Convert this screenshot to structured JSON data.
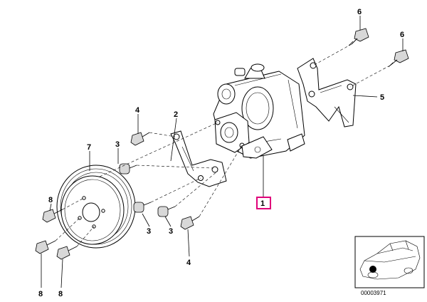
{
  "callouts": [
    {
      "id": "1",
      "label": "1",
      "highlighted": true
    },
    {
      "id": "2",
      "label": "2"
    },
    {
      "id": "3a",
      "label": "3"
    },
    {
      "id": "3b",
      "label": "3"
    },
    {
      "id": "3c",
      "label": "3"
    },
    {
      "id": "4a",
      "label": "4"
    },
    {
      "id": "4b",
      "label": "4"
    },
    {
      "id": "5",
      "label": "5"
    },
    {
      "id": "6a",
      "label": "6"
    },
    {
      "id": "6b",
      "label": "6"
    },
    {
      "id": "7",
      "label": "7"
    },
    {
      "id": "8a",
      "label": "8"
    },
    {
      "id": "8b",
      "label": "8"
    },
    {
      "id": "8c",
      "label": "8"
    }
  ],
  "inset": {
    "code": "00003971"
  },
  "colors": {
    "highlight": "#e0007a",
    "line": "#000000",
    "background": "#ffffff"
  }
}
